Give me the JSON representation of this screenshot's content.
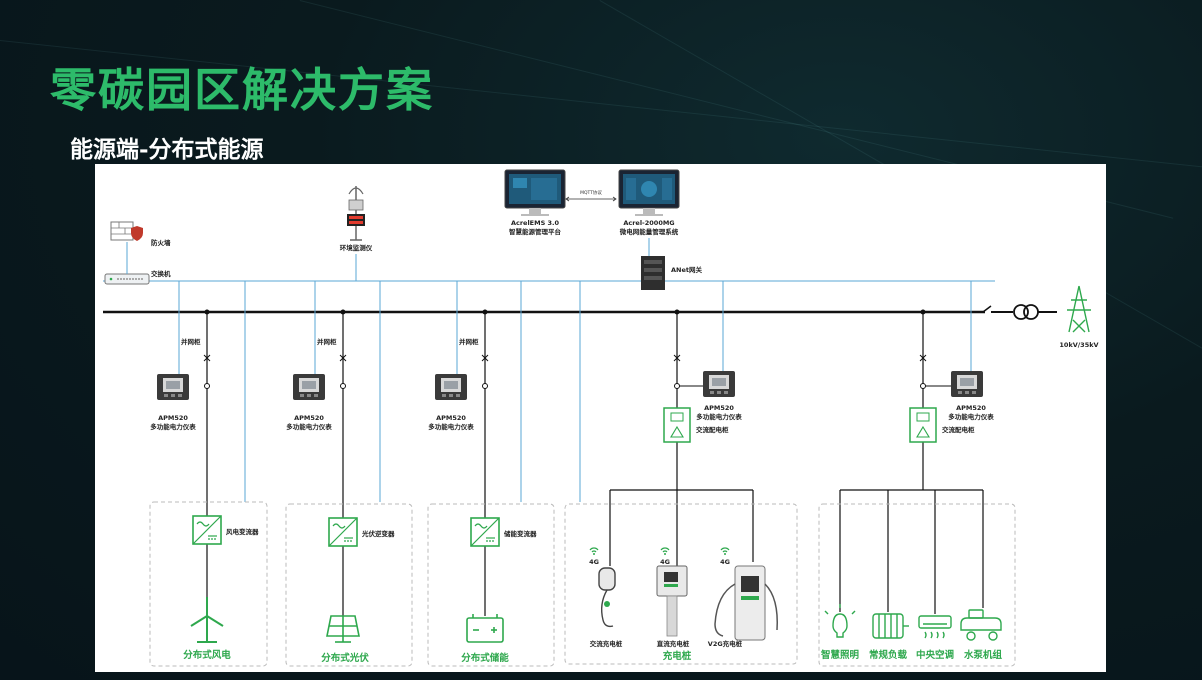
{
  "page": {
    "title": "零碳园区解决方案",
    "subtitle": "能源端-分布式能源"
  },
  "top": {
    "firewall": "防火墙",
    "switch": "交换机",
    "env_monitor": "环境监测仪",
    "platform1_name": "AcrelEMS  3.0",
    "platform1_desc": "智慧能源管理平台",
    "mqtt": "MQTT协议",
    "platform2_name": "Acrel-2000MG",
    "platform2_desc": "微电网能量管理系统",
    "gateway": "ANet网关",
    "grid_voltage": "10kV/35kV"
  },
  "branches": [
    {
      "cabinet": "并网柜",
      "meter_model": "APM520",
      "meter_desc": "多功能电力仪表",
      "converter": "风电变流器",
      "group": "分布式风电"
    },
    {
      "cabinet": "并网柜",
      "meter_model": "APM520",
      "meter_desc": "多功能电力仪表",
      "converter": "光伏逆变器",
      "group": "分布式光伏"
    },
    {
      "cabinet": "并网柜",
      "meter_model": "APM520",
      "meter_desc": "多功能电力仪表",
      "converter": "储能变流器",
      "group": "分布式储能"
    }
  ],
  "charging": {
    "meter_model": "APM520",
    "meter_desc": "多功能电力仪表",
    "cabinet": "交流配电柜",
    "signal": "4G",
    "items": [
      "交流充电桩",
      "直流充电桩",
      "V2G充电桩"
    ],
    "group": "充电桩"
  },
  "loads": {
    "meter_model": "APM520",
    "meter_desc": "多功能电力仪表",
    "cabinet": "交流配电柜",
    "items": [
      "智慧照明",
      "常规负载",
      "中央空调",
      "水泵机组"
    ]
  },
  "colors": {
    "accent": "#2ea84d",
    "bus": "#111111",
    "comm": "#5aa7d6",
    "title": "#2dbb6a"
  }
}
